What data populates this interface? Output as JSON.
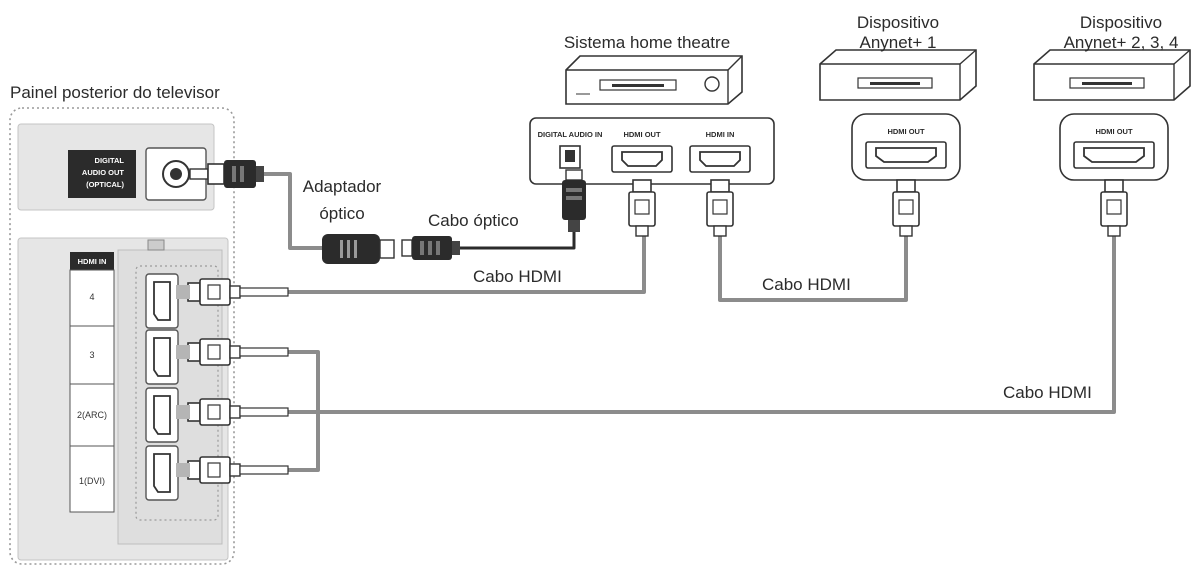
{
  "labels": {
    "tv_rear_panel": "Painel posterior do televisor",
    "home_theatre": "Sistema home theatre",
    "device1_line1": "Dispositivo",
    "device1_line2": "Anynet+ 1",
    "device2_line1": "Dispositivo",
    "device2_line2": "Anynet+ 2, 3, 4",
    "optical_adapter_line1": "Adaptador",
    "optical_adapter_line2": "óptico",
    "optical_cable": "Cabo óptico",
    "hdmi_cable_1": "Cabo HDMI",
    "hdmi_cable_2": "Cabo HDMI",
    "hdmi_cable_3": "Cabo HDMI"
  },
  "tv_panel": {
    "digital_audio_line1": "DIGITAL",
    "digital_audio_line2": "AUDIO OUT",
    "digital_audio_line3": "(OPTICAL)",
    "hdmi_in_header": "HDMI IN",
    "ports": [
      "4",
      "3",
      "2(ARC)",
      "1(DVI)"
    ]
  },
  "home_theatre_ports": {
    "digital_audio_in": "DIGITAL AUDIO IN",
    "hdmi_out": "HDMI OUT",
    "hdmi_in": "HDMI IN"
  },
  "device_ports": {
    "device1_hdmi_out": "HDMI OUT",
    "device2_hdmi_out": "HDMI OUT"
  },
  "colors": {
    "panel_gray": "#e3e3e3",
    "cable_gray": "#8c8c8c",
    "dark": "#2b2b2b"
  }
}
